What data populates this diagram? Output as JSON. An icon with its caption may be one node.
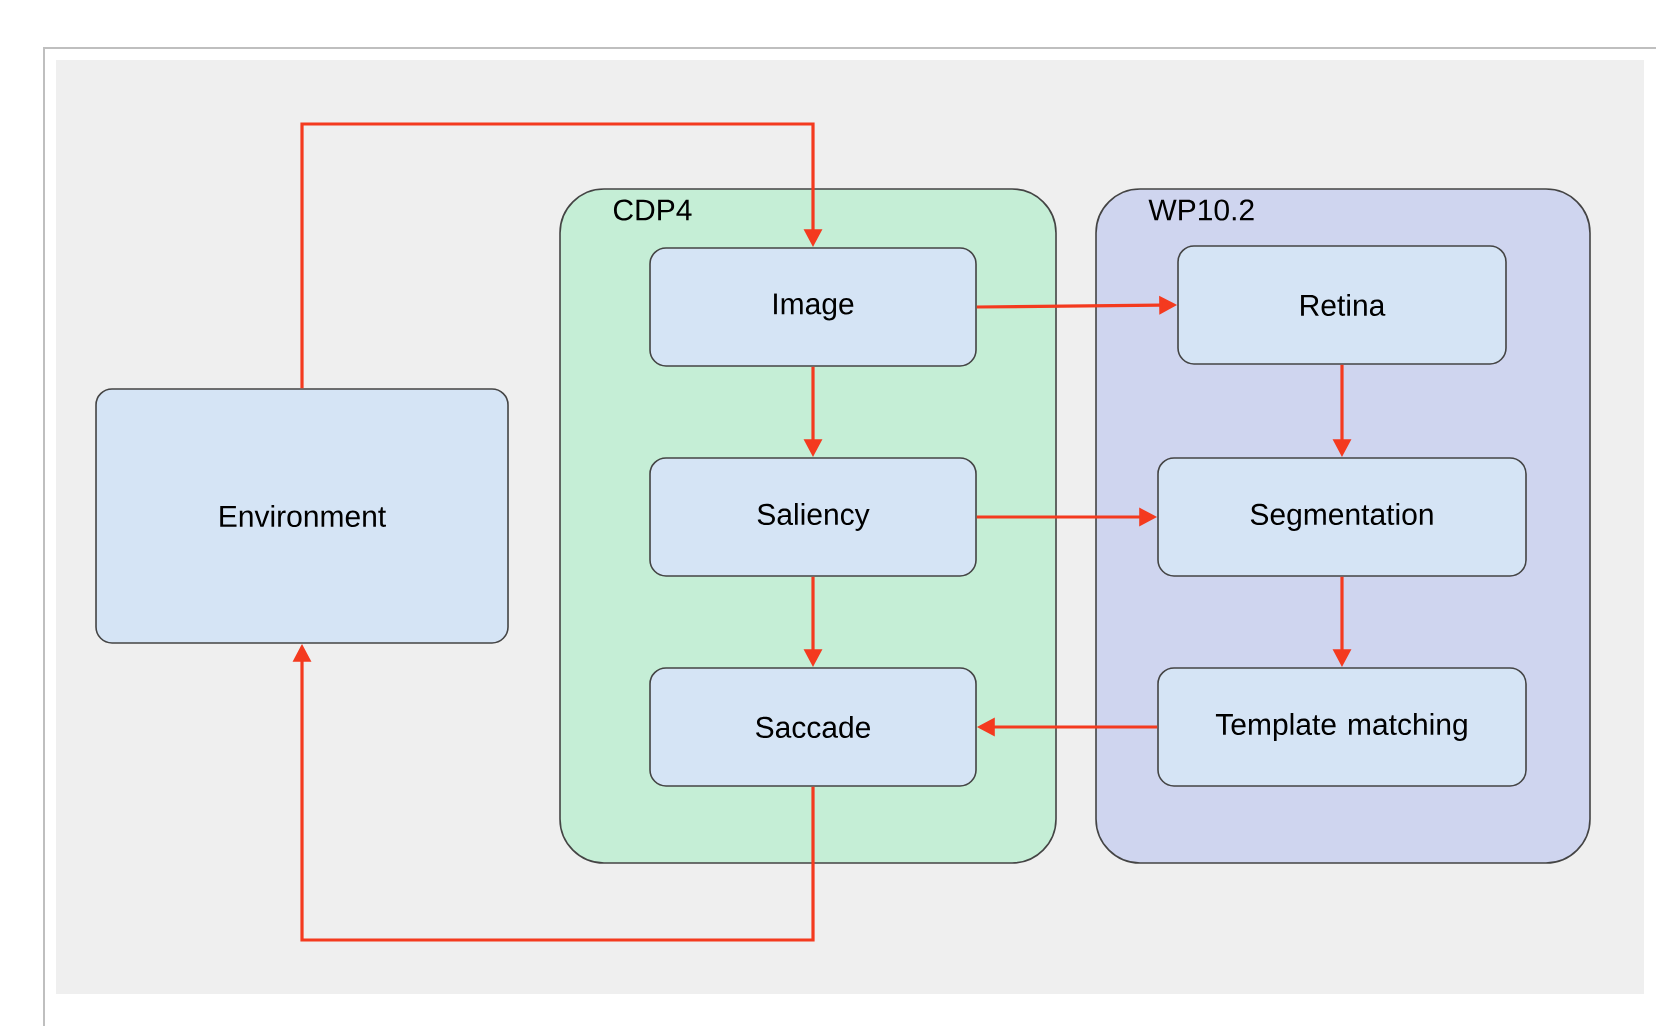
{
  "diagram": {
    "nodes": [
      {
        "text": [
          "Environment"
        ]
      },
      {
        "text": [
          "CDP4"
        ]
      },
      {
        "text": [
          "Image"
        ],
        "in": 1
      },
      {
        "text": [
          "Saliency"
        ],
        "in": 1
      },
      {
        "text": [
          "Saccade"
        ],
        "in": 1
      },
      {
        "text": [
          "WP10.2"
        ]
      },
      {
        "text": [
          "Retina"
        ],
        "in": 5
      },
      {
        "text": [
          "Segmentation"
        ],
        "in": 5
      },
      {
        "text": [
          "Template matching"
        ],
        "in": 5
      }
    ],
    "edges": [
      {
        "from": 0,
        "to": 2,
        "arrow": "to"
      },
      {
        "from": 2,
        "to": 6,
        "arrow": "to"
      },
      {
        "from": 2,
        "to": 3,
        "arrow": "to"
      },
      {
        "from": 3,
        "to": 7,
        "arrow": "to"
      },
      {
        "from": 3,
        "to": 4,
        "arrow": "to"
      },
      {
        "from": 6,
        "to": 7,
        "arrow": "to"
      },
      {
        "from": 7,
        "to": 8,
        "arrow": "to"
      },
      {
        "from": 8,
        "to": 4,
        "arrow": "to"
      },
      {
        "from": 4,
        "to": 0,
        "arrow": "to"
      }
    ]
  }
}
